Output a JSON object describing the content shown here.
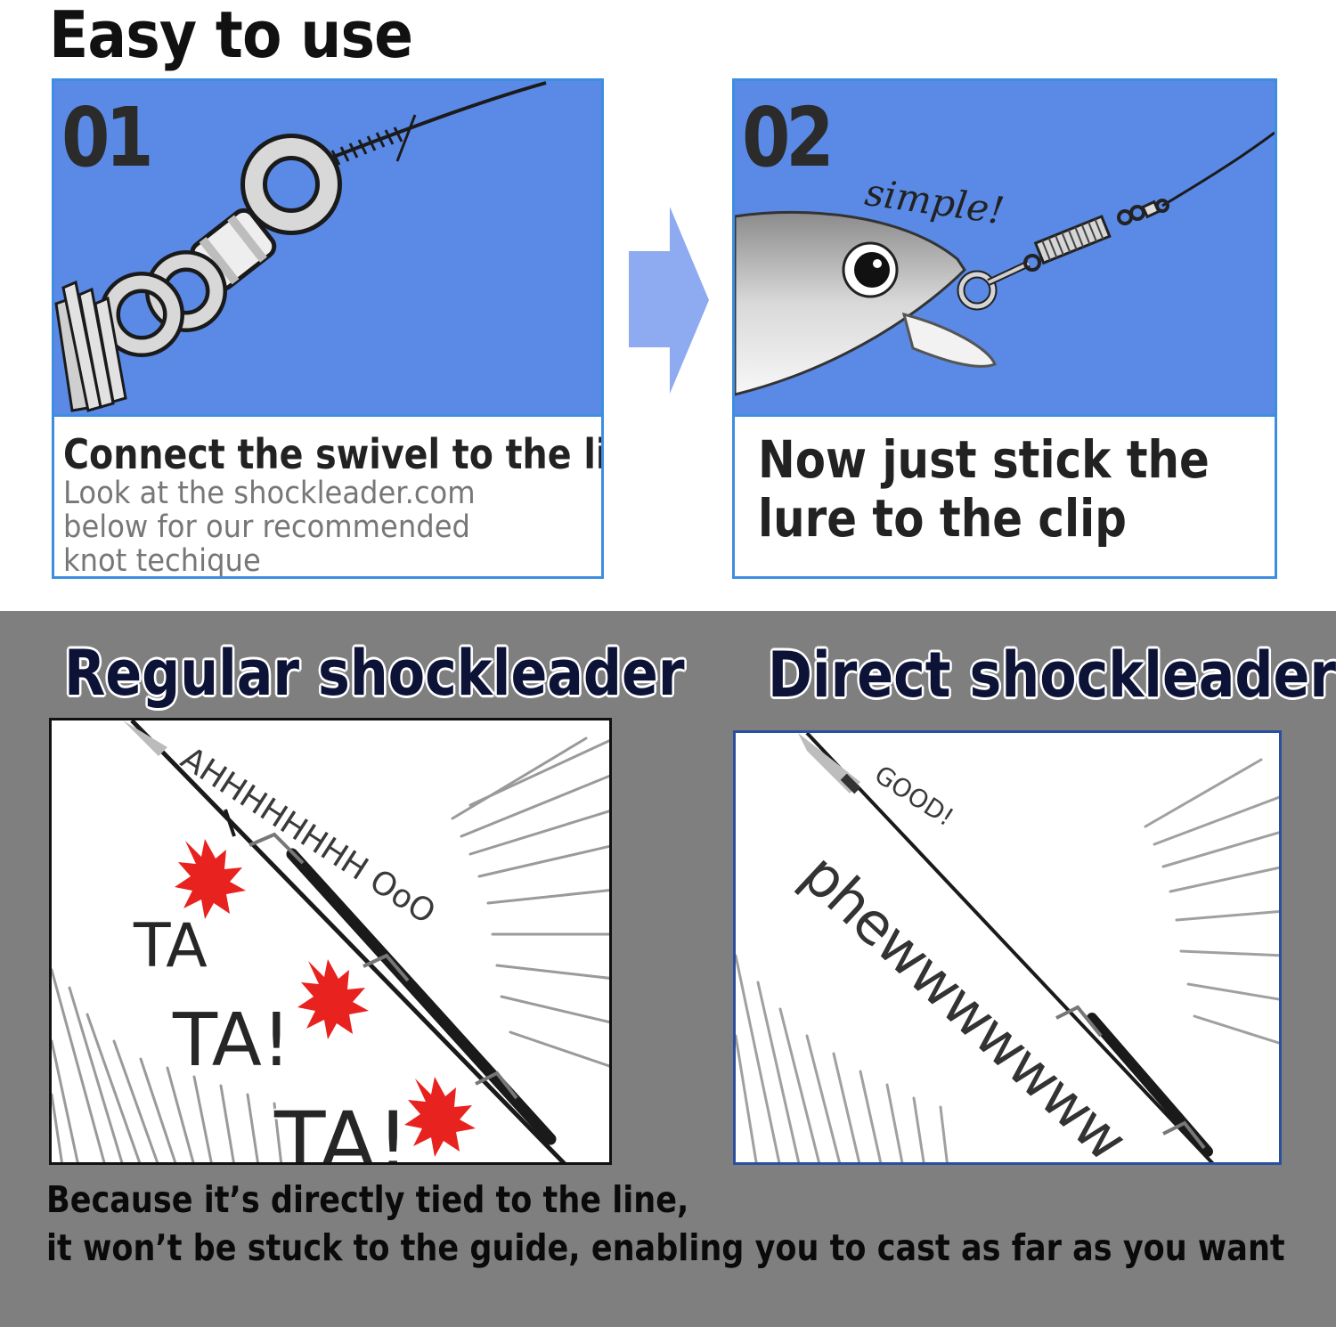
{
  "title": "Easy to use",
  "steps": [
    {
      "number": "01",
      "heading": "Connect the swivel to the line",
      "note_lines": [
        "Look at the shockleader.com",
        "below for our recommended",
        "knot techique"
      ]
    },
    {
      "number": "02",
      "art_label": "simple!",
      "heading": "Now just stick the lure to the clip"
    }
  ],
  "comparison": {
    "regular": {
      "title": "Regular shockleader",
      "sfx": [
        "AHHHHHHHH OoO",
        "TA",
        "TA!",
        "TA!"
      ]
    },
    "direct": {
      "title": "Direct shockleader",
      "sfx": [
        "GOOD!",
        "phewwwwwww"
      ]
    }
  },
  "caption_lines": [
    "Because it’s directly tied to the line,",
    "it won’t be stuck to the guide, enabling you to cast as far as you want"
  ],
  "colors": {
    "step_background": "#5a8ae6",
    "card_border": "#3d8ee0",
    "panel_background": "#7f7f7f",
    "burst_red": "#e8221f",
    "title_navy": "#0c1337"
  },
  "icons": [
    "swivel-icon",
    "right-arrow-icon",
    "lure-icon",
    "burst-icon"
  ]
}
